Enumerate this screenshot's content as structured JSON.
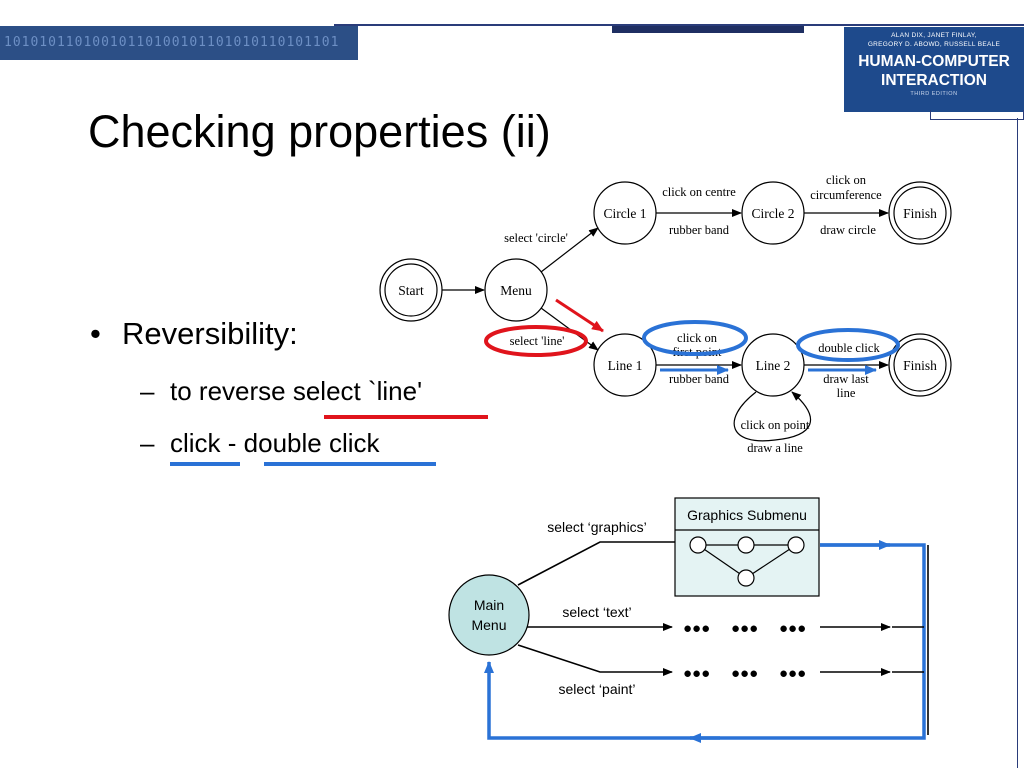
{
  "header": {
    "binary_text": "10101011010010110100101101010110101101",
    "book": {
      "authors_line1": "ALAN DIX, JANET FINLAY,",
      "authors_line2": "GREGORY D. ABOWD, RUSSELL BEALE",
      "title_line1": "HUMAN-COMPUTER",
      "title_line2": "INTERACTION",
      "edition": "THIRD EDITION"
    }
  },
  "slide": {
    "title": "Checking properties (ii)",
    "bullet": "Reversibility:",
    "bullet_symbol": "•",
    "sub_dash": "–",
    "sub1": {
      "prefix": "to reverse ",
      "highlight": "select `line'"
    },
    "sub2": {
      "first": "click",
      "sep": " - ",
      "second": "double click"
    }
  },
  "state_diagram": {
    "states": {
      "start": "Start",
      "menu": "Menu",
      "circle1": "Circle 1",
      "circle2": "Circle 2",
      "finish_top": "Finish",
      "line1": "Line 1",
      "line2": "Line 2",
      "finish_bottom": "Finish"
    },
    "labels": {
      "select_circle": "select 'circle'",
      "click_centre": "click on centre",
      "rubber_band_top": "rubber band",
      "click_circ_1": "click on",
      "click_circ_2": "circumference",
      "draw_circle": "draw circle",
      "select_line": "select 'line'",
      "click_first_1": "click on",
      "click_first_2": "first point",
      "rubber_band_bottom": "rubber band",
      "double_click": "double click",
      "draw_last_1": "draw last",
      "draw_last_2": "line",
      "click_point": "click on point",
      "draw_a_line": "draw a line"
    },
    "highlight_colors": {
      "red": "#e0141c",
      "blue": "#2a72d6"
    }
  },
  "menu_diagram": {
    "main_menu_1": "Main",
    "main_menu_2": "Menu",
    "submenu_title": "Graphics Submenu",
    "select_graphics": "select ‘graphics’",
    "select_text": "select ‘text’",
    "select_paint": "select ‘paint’",
    "ellipsis": "●●●",
    "colors": {
      "node_fill": "#bfe3e3",
      "submenu_fill": "#e4f3f3",
      "arrow_blue": "#2a72d6"
    }
  }
}
